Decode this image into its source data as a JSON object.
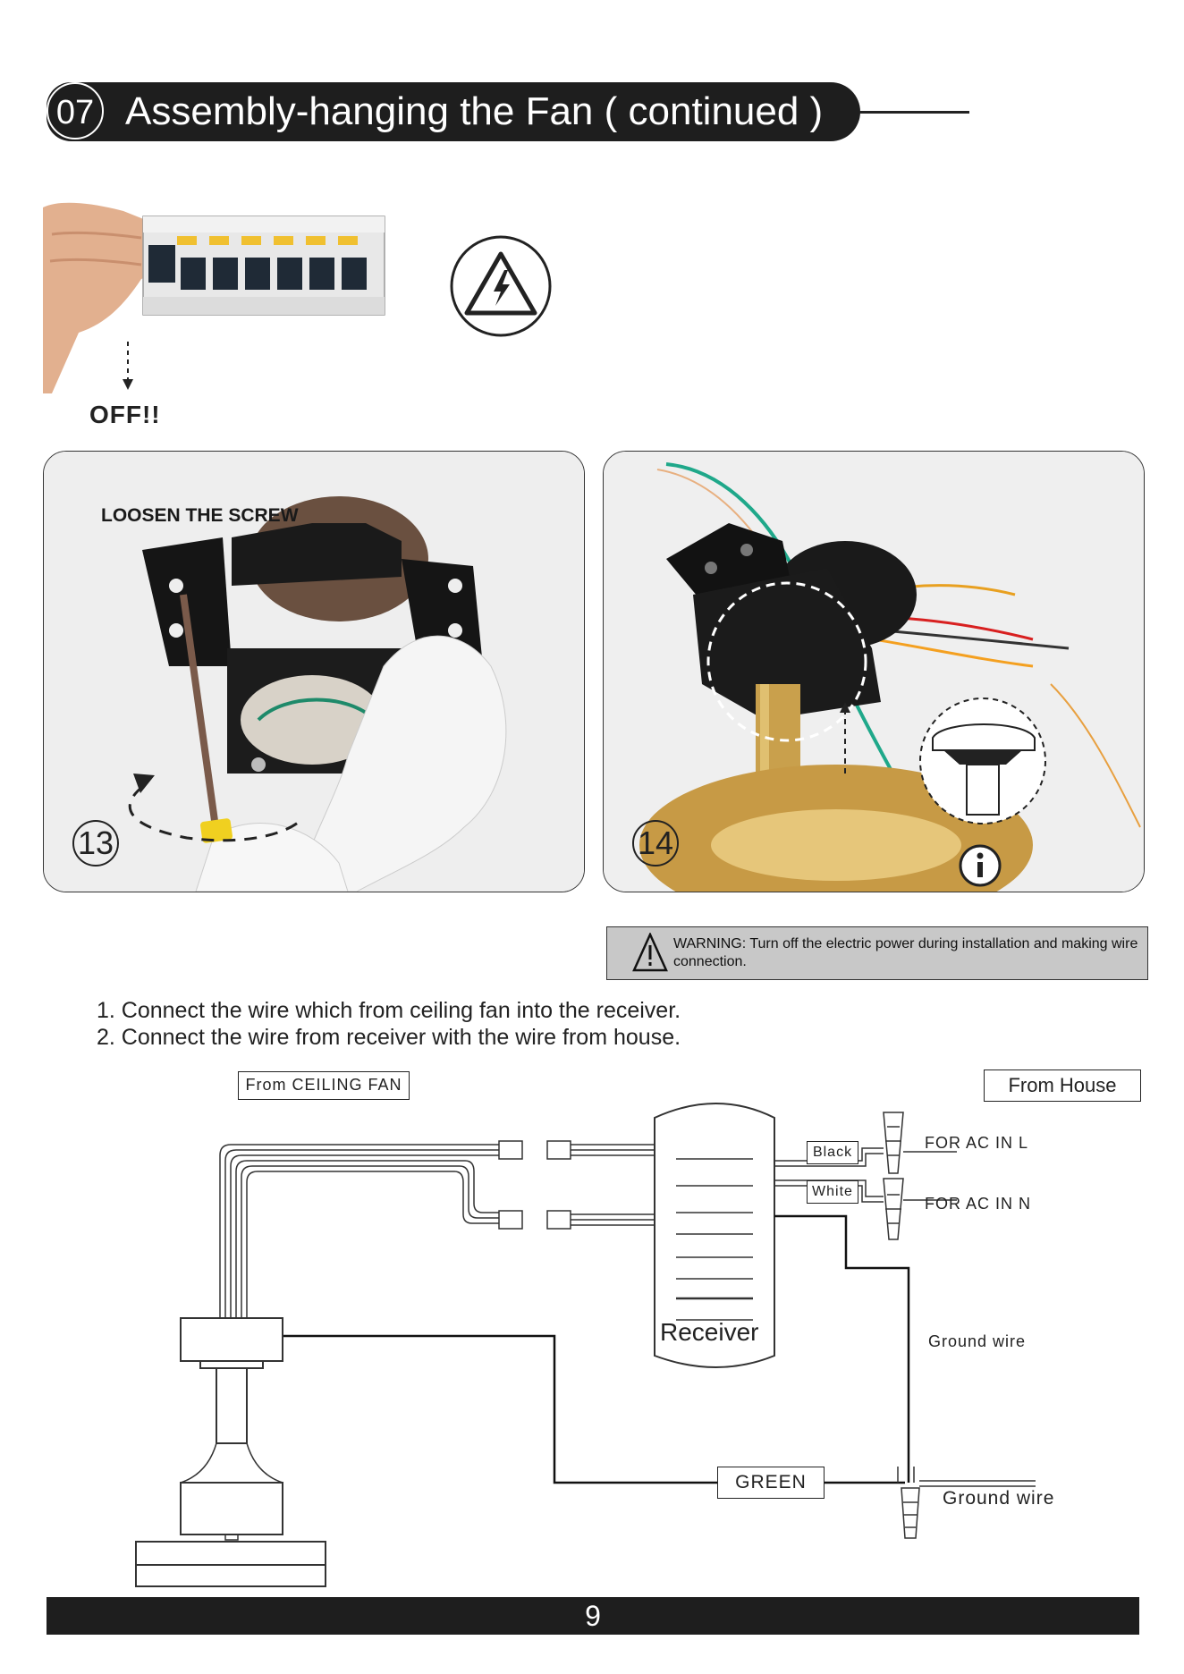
{
  "header": {
    "number": "07",
    "title": "Assembly-hanging the Fan ( continued )"
  },
  "breaker": {
    "off_label": "OFF!!"
  },
  "steps": [
    {
      "number": "13",
      "label": "LOOSEN THE SCREW"
    },
    {
      "number": "14"
    }
  ],
  "warning": {
    "text": "WARNING: Turn off the electric power during installation and making wire connection."
  },
  "instructions": [
    "1. Connect the wire which from ceiling fan  into the receiver.",
    "2. Connect the wire from receiver with the wire from house."
  ],
  "diagram": {
    "from_ceiling_fan": "From CEILING FAN",
    "from_house": "From House",
    "receiver": "Receiver",
    "black": "Black",
    "white": "White",
    "for_ac_in_l": "FOR AC IN L",
    "for_ac_in_n": "FOR AC IN N",
    "ground_wire_receiver": "Ground wire",
    "green": "GREEN",
    "ground_wire_house": "Ground wire"
  },
  "footer": {
    "page_number": "9"
  },
  "colors": {
    "header_bg": "#1e1e1e",
    "warning_bg": "#c8c8c8",
    "wire_green": "#22a37a",
    "brass": "#c9a04c"
  }
}
